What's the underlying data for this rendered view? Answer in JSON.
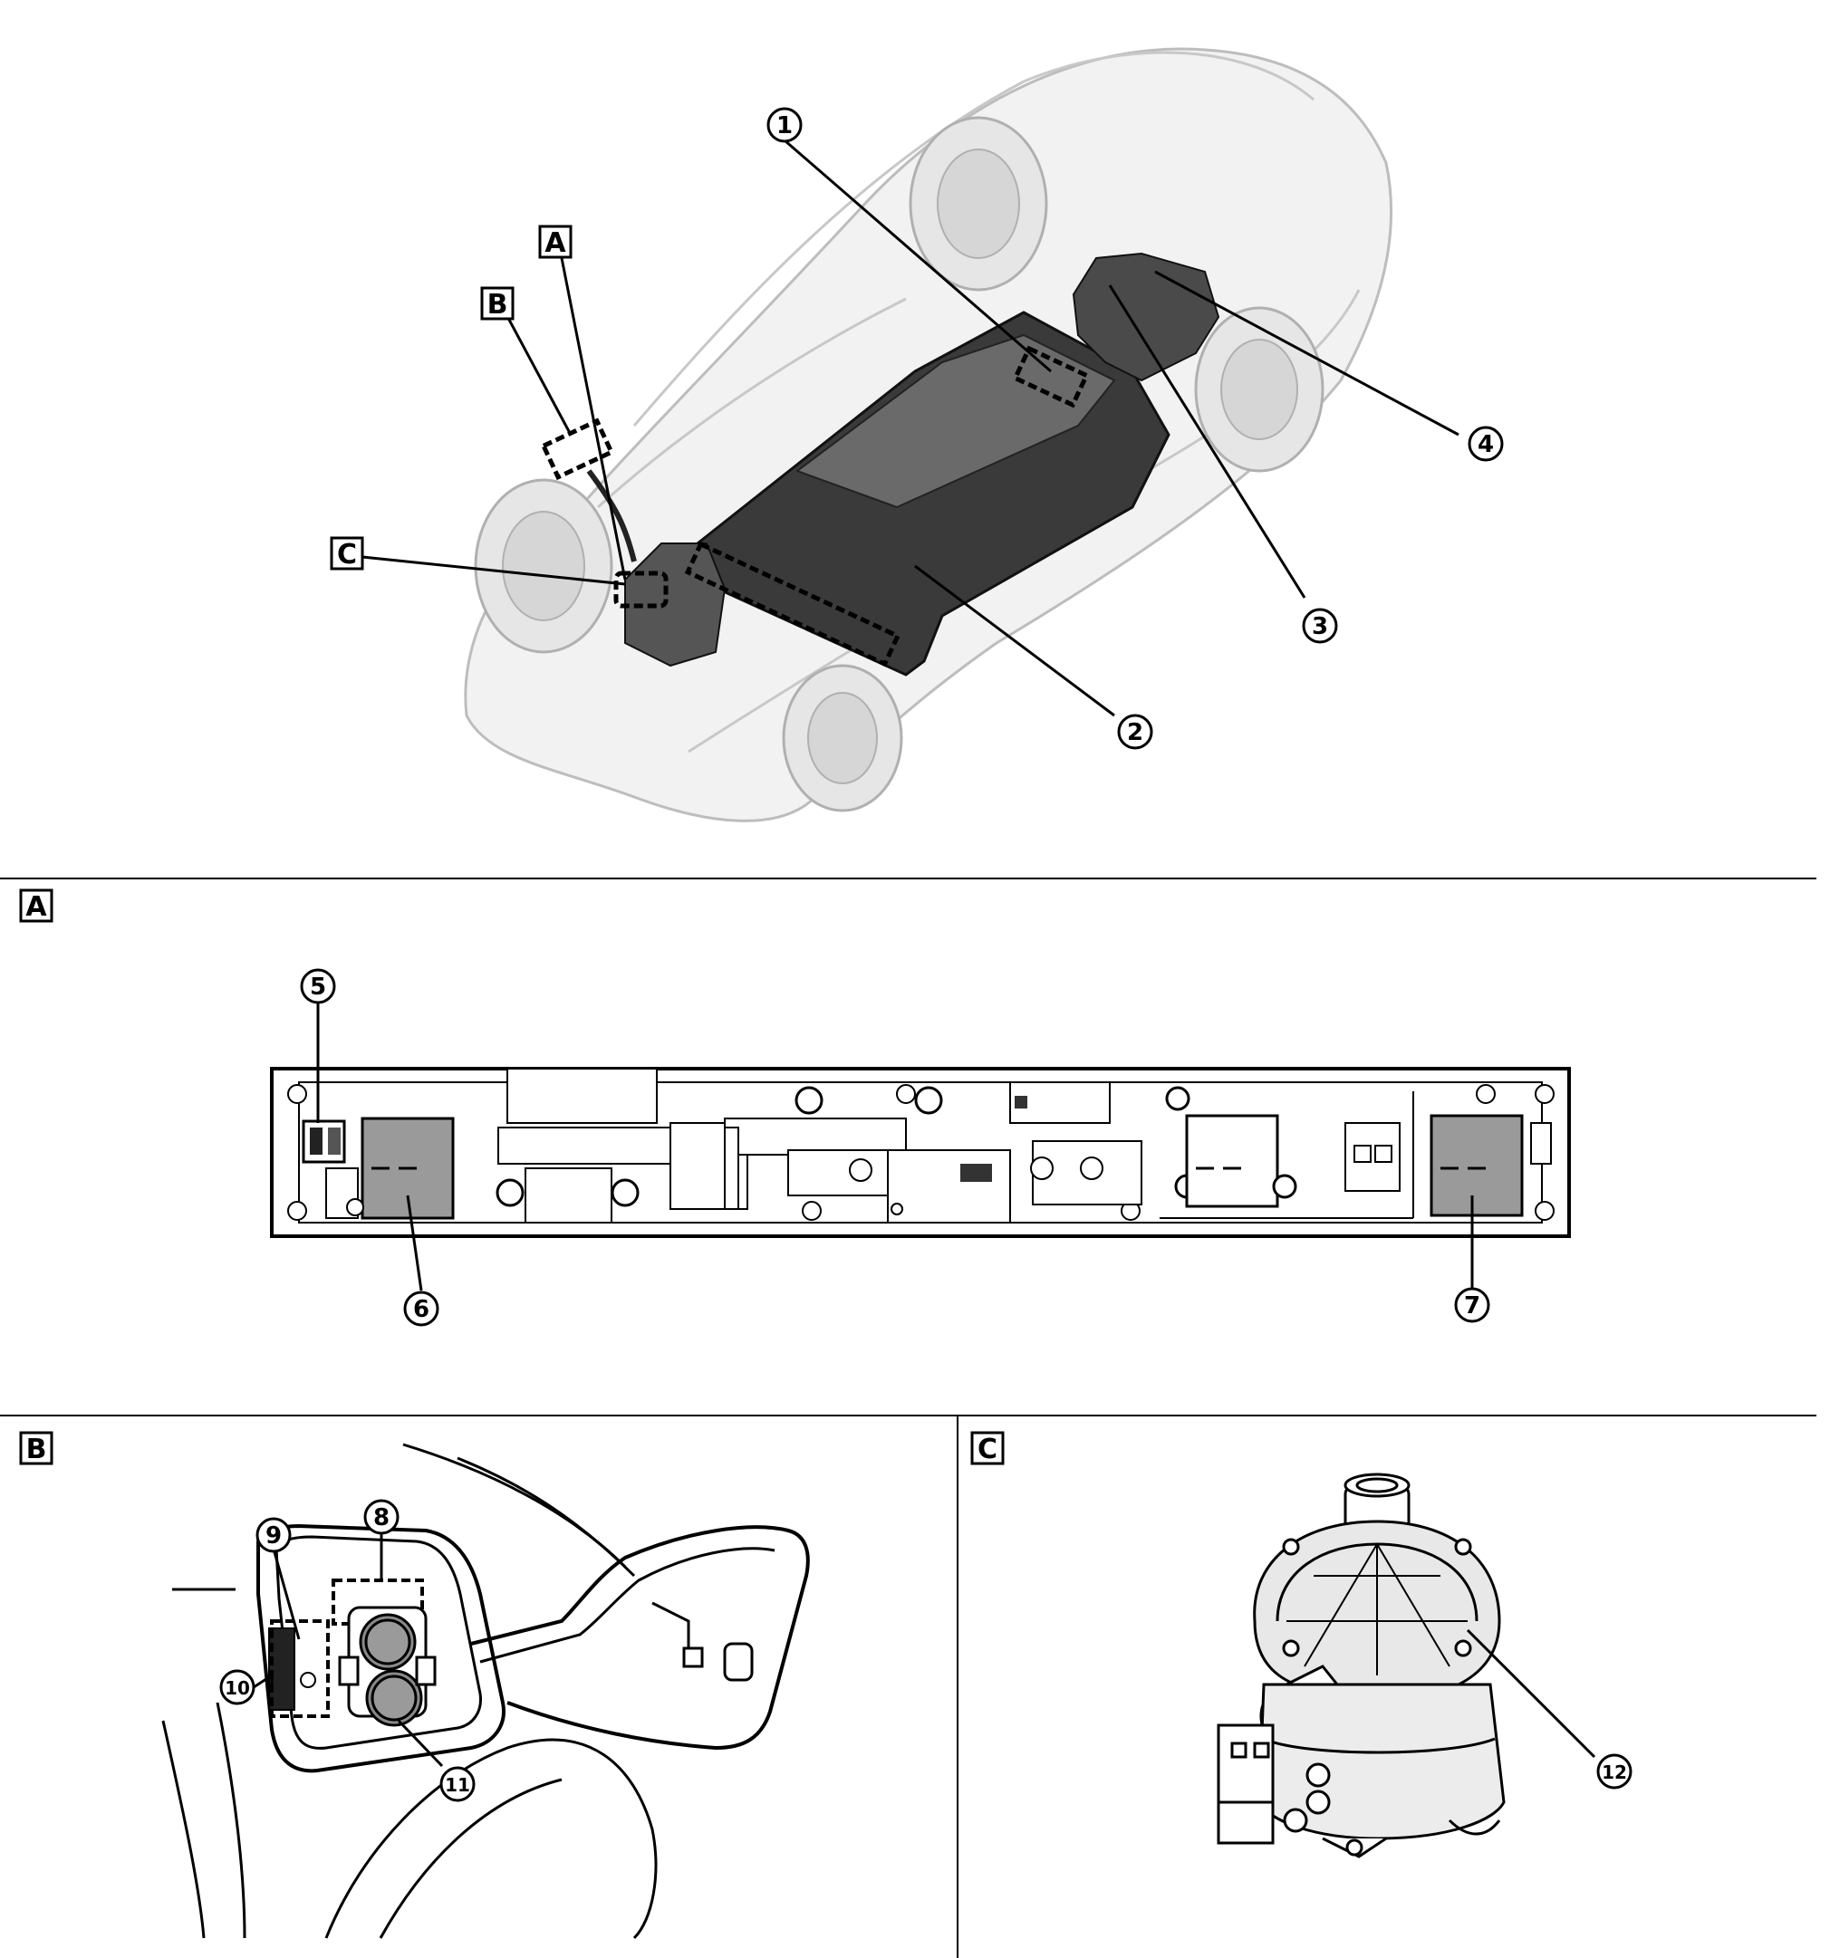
{
  "sections": {
    "A": "A",
    "B": "B",
    "C": "C"
  },
  "overview_callouts": {
    "A": "A",
    "B": "B",
    "C": "C"
  },
  "parts": {
    "p1": "1",
    "p2": "2",
    "p3": "3",
    "p4": "4",
    "p5": "5",
    "p6": "6",
    "p7": "7",
    "p8": "8",
    "p9": "9",
    "p10": "10",
    "p11": "11",
    "p12": "12"
  },
  "colors": {
    "line": "#000000",
    "car_body": "#bdbdbd",
    "battery": "#2b2b2b",
    "module_fill": "#9a9a9a"
  },
  "icons": {
    "car": "car-overview-icon",
    "battery": "battery-pack-icon",
    "relay": "relay-module-icon",
    "charge_port": "charge-port-icon",
    "pump": "water-pump-icon"
  }
}
